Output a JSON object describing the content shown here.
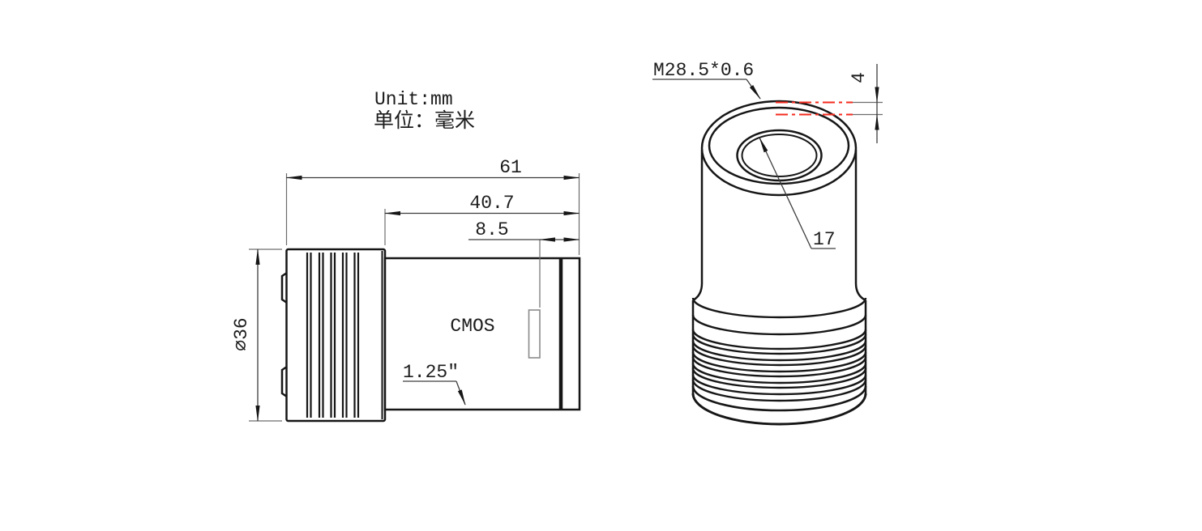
{
  "meta": {
    "unit_label_en": "Unit:mm",
    "unit_label_zh": "单位：毫米"
  },
  "side_view": {
    "description": "side elevation of camera with heatsink fins and 1.25 inch nosepiece",
    "labels": {
      "total_length": "61",
      "nose_section_length": "40.7",
      "sensor_to_front": "8.5",
      "body_diameter": "∅36",
      "nosepiece_size": "1.25″",
      "sensor": "CMOS"
    }
  },
  "front_view": {
    "description": "isometric front view of threaded nosepiece",
    "labels": {
      "thread_spec": "M28.5*0.6",
      "thread_length": "4",
      "aperture": "17"
    }
  },
  "colors": {
    "outline": "#161616",
    "dimension": "#3d3d3d",
    "extension_gray": "#6d6d6d",
    "sensor_gray": "#8a8a8a",
    "red_highlight": "#f52a1e",
    "background": "#ffffff"
  }
}
